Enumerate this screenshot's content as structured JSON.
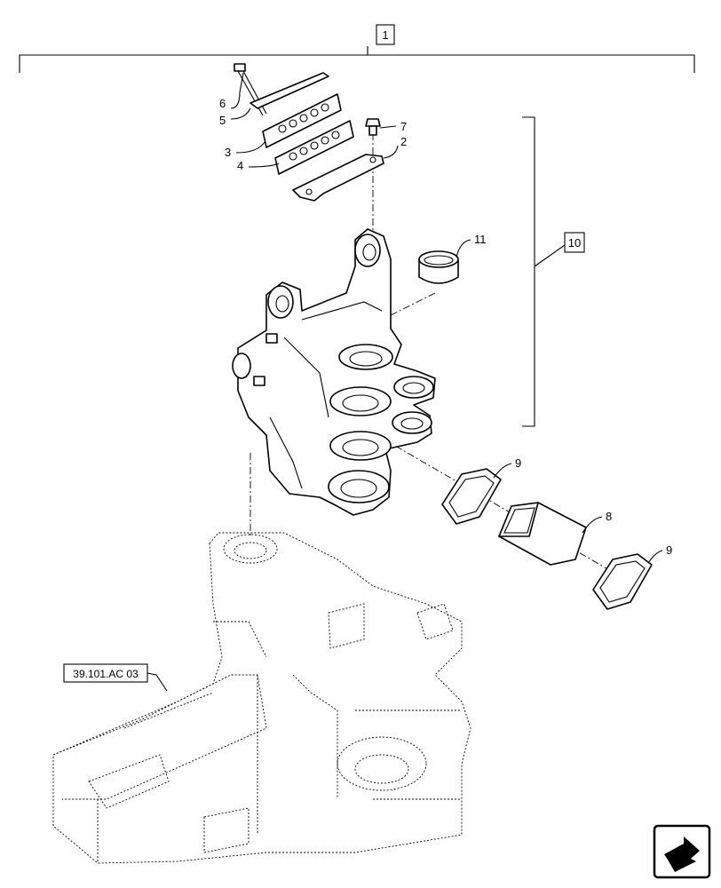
{
  "assembly_label": "1",
  "subassembly_label": "10",
  "reference_label": "39.101.AC 03",
  "callouts": {
    "c2": "2",
    "c3": "3",
    "c4": "4",
    "c5": "5",
    "c6": "6",
    "c7": "7",
    "c8": "8",
    "c9a": "9",
    "c9b": "9",
    "c11": "11"
  },
  "icons": {
    "nav": "next-page-arrow-icon"
  }
}
